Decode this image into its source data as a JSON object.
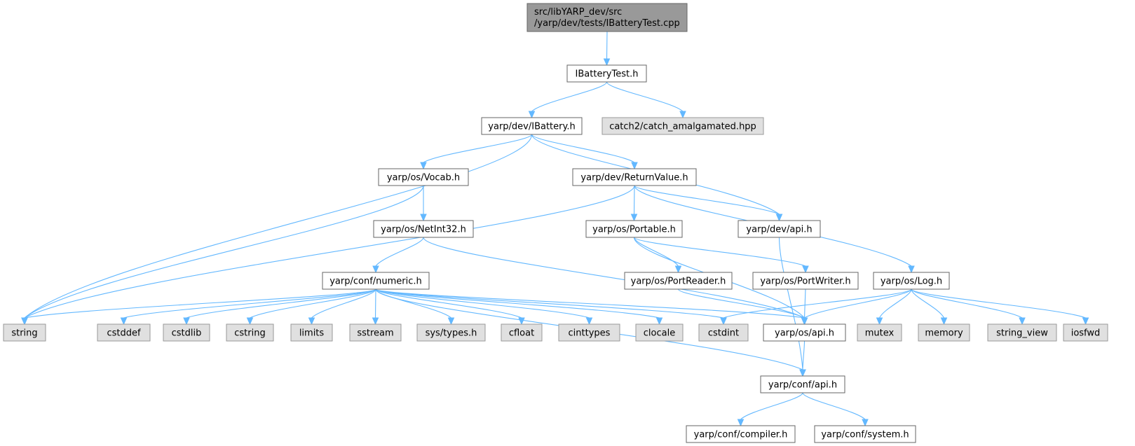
{
  "diagram": {
    "colors": {
      "root_fill": "#999999",
      "root_border": "#666666",
      "node_fill": "#ffffff",
      "node_border": "#666666",
      "external_fill": "#e0e0e0",
      "external_border": "#999999",
      "edge": "#63b8ff"
    },
    "nodes": [
      {
        "id": "root",
        "label_lines": [
          "src/libYARP_dev/src",
          "/yarp/dev/tests/IBatteryTest.cpp"
        ],
        "kind": "root"
      },
      {
        "id": "ibatterytest_h",
        "label_lines": [
          "IBatteryTest.h"
        ],
        "kind": "header"
      },
      {
        "id": "ibattery_h",
        "label_lines": [
          "yarp/dev/IBattery.h"
        ],
        "kind": "header"
      },
      {
        "id": "catch2",
        "label_lines": [
          "catch2/catch_amalgamated.hpp"
        ],
        "kind": "external"
      },
      {
        "id": "vocab_h",
        "label_lines": [
          "yarp/os/Vocab.h"
        ],
        "kind": "header"
      },
      {
        "id": "returnvalue_h",
        "label_lines": [
          "yarp/dev/ReturnValue.h"
        ],
        "kind": "header"
      },
      {
        "id": "netint32_h",
        "label_lines": [
          "yarp/os/NetInt32.h"
        ],
        "kind": "header"
      },
      {
        "id": "portable_h",
        "label_lines": [
          "yarp/os/Portable.h"
        ],
        "kind": "header"
      },
      {
        "id": "devapi_h",
        "label_lines": [
          "yarp/dev/api.h"
        ],
        "kind": "header"
      },
      {
        "id": "numeric_h",
        "label_lines": [
          "yarp/conf/numeric.h"
        ],
        "kind": "header"
      },
      {
        "id": "portreader_h",
        "label_lines": [
          "yarp/os/PortReader.h"
        ],
        "kind": "header"
      },
      {
        "id": "portwriter_h",
        "label_lines": [
          "yarp/os/PortWriter.h"
        ],
        "kind": "header"
      },
      {
        "id": "log_h",
        "label_lines": [
          "yarp/os/Log.h"
        ],
        "kind": "header"
      },
      {
        "id": "string",
        "label_lines": [
          "string"
        ],
        "kind": "external"
      },
      {
        "id": "cstddef",
        "label_lines": [
          "cstddef"
        ],
        "kind": "external"
      },
      {
        "id": "cstdlib",
        "label_lines": [
          "cstdlib"
        ],
        "kind": "external"
      },
      {
        "id": "cstring",
        "label_lines": [
          "cstring"
        ],
        "kind": "external"
      },
      {
        "id": "limits",
        "label_lines": [
          "limits"
        ],
        "kind": "external"
      },
      {
        "id": "sstream",
        "label_lines": [
          "sstream"
        ],
        "kind": "external"
      },
      {
        "id": "systypes",
        "label_lines": [
          "sys/types.h"
        ],
        "kind": "external"
      },
      {
        "id": "cfloat",
        "label_lines": [
          "cfloat"
        ],
        "kind": "external"
      },
      {
        "id": "cinttypes",
        "label_lines": [
          "cinttypes"
        ],
        "kind": "external"
      },
      {
        "id": "clocale",
        "label_lines": [
          "clocale"
        ],
        "kind": "external"
      },
      {
        "id": "cstdint",
        "label_lines": [
          "cstdint"
        ],
        "kind": "external"
      },
      {
        "id": "osapi_h",
        "label_lines": [
          "yarp/os/api.h"
        ],
        "kind": "header"
      },
      {
        "id": "mutex",
        "label_lines": [
          "mutex"
        ],
        "kind": "external"
      },
      {
        "id": "memory",
        "label_lines": [
          "memory"
        ],
        "kind": "external"
      },
      {
        "id": "string_view",
        "label_lines": [
          "string_view"
        ],
        "kind": "external"
      },
      {
        "id": "iosfwd",
        "label_lines": [
          "iosfwd"
        ],
        "kind": "external"
      },
      {
        "id": "confapi_h",
        "label_lines": [
          "yarp/conf/api.h"
        ],
        "kind": "header"
      },
      {
        "id": "compiler_h",
        "label_lines": [
          "yarp/conf/compiler.h"
        ],
        "kind": "header"
      },
      {
        "id": "system_h",
        "label_lines": [
          "yarp/conf/system.h"
        ],
        "kind": "header"
      }
    ],
    "edges": [
      [
        "root",
        "ibatterytest_h"
      ],
      [
        "ibatterytest_h",
        "ibattery_h"
      ],
      [
        "ibatterytest_h",
        "catch2"
      ],
      [
        "ibattery_h",
        "string"
      ],
      [
        "ibattery_h",
        "vocab_h"
      ],
      [
        "ibattery_h",
        "returnvalue_h"
      ],
      [
        "ibattery_h",
        "devapi_h"
      ],
      [
        "vocab_h",
        "string"
      ],
      [
        "vocab_h",
        "netint32_h"
      ],
      [
        "returnvalue_h",
        "string"
      ],
      [
        "returnvalue_h",
        "portable_h"
      ],
      [
        "returnvalue_h",
        "devapi_h"
      ],
      [
        "returnvalue_h",
        "log_h"
      ],
      [
        "netint32_h",
        "numeric_h"
      ],
      [
        "netint32_h",
        "osapi_h"
      ],
      [
        "portable_h",
        "osapi_h"
      ],
      [
        "portable_h",
        "portreader_h"
      ],
      [
        "portable_h",
        "portwriter_h"
      ],
      [
        "devapi_h",
        "confapi_h"
      ],
      [
        "numeric_h",
        "string"
      ],
      [
        "numeric_h",
        "cstddef"
      ],
      [
        "numeric_h",
        "cstdlib"
      ],
      [
        "numeric_h",
        "cstring"
      ],
      [
        "numeric_h",
        "limits"
      ],
      [
        "numeric_h",
        "sstream"
      ],
      [
        "numeric_h",
        "systypes"
      ],
      [
        "numeric_h",
        "cfloat"
      ],
      [
        "numeric_h",
        "cinttypes"
      ],
      [
        "numeric_h",
        "clocale"
      ],
      [
        "numeric_h",
        "cstdint"
      ],
      [
        "numeric_h",
        "osapi_h"
      ],
      [
        "numeric_h",
        "confapi_h"
      ],
      [
        "portreader_h",
        "osapi_h"
      ],
      [
        "portwriter_h",
        "osapi_h"
      ],
      [
        "log_h",
        "cstdint"
      ],
      [
        "log_h",
        "osapi_h"
      ],
      [
        "log_h",
        "mutex"
      ],
      [
        "log_h",
        "memory"
      ],
      [
        "log_h",
        "string_view"
      ],
      [
        "log_h",
        "iosfwd"
      ],
      [
        "osapi_h",
        "confapi_h"
      ],
      [
        "confapi_h",
        "compiler_h"
      ],
      [
        "confapi_h",
        "system_h"
      ]
    ]
  }
}
